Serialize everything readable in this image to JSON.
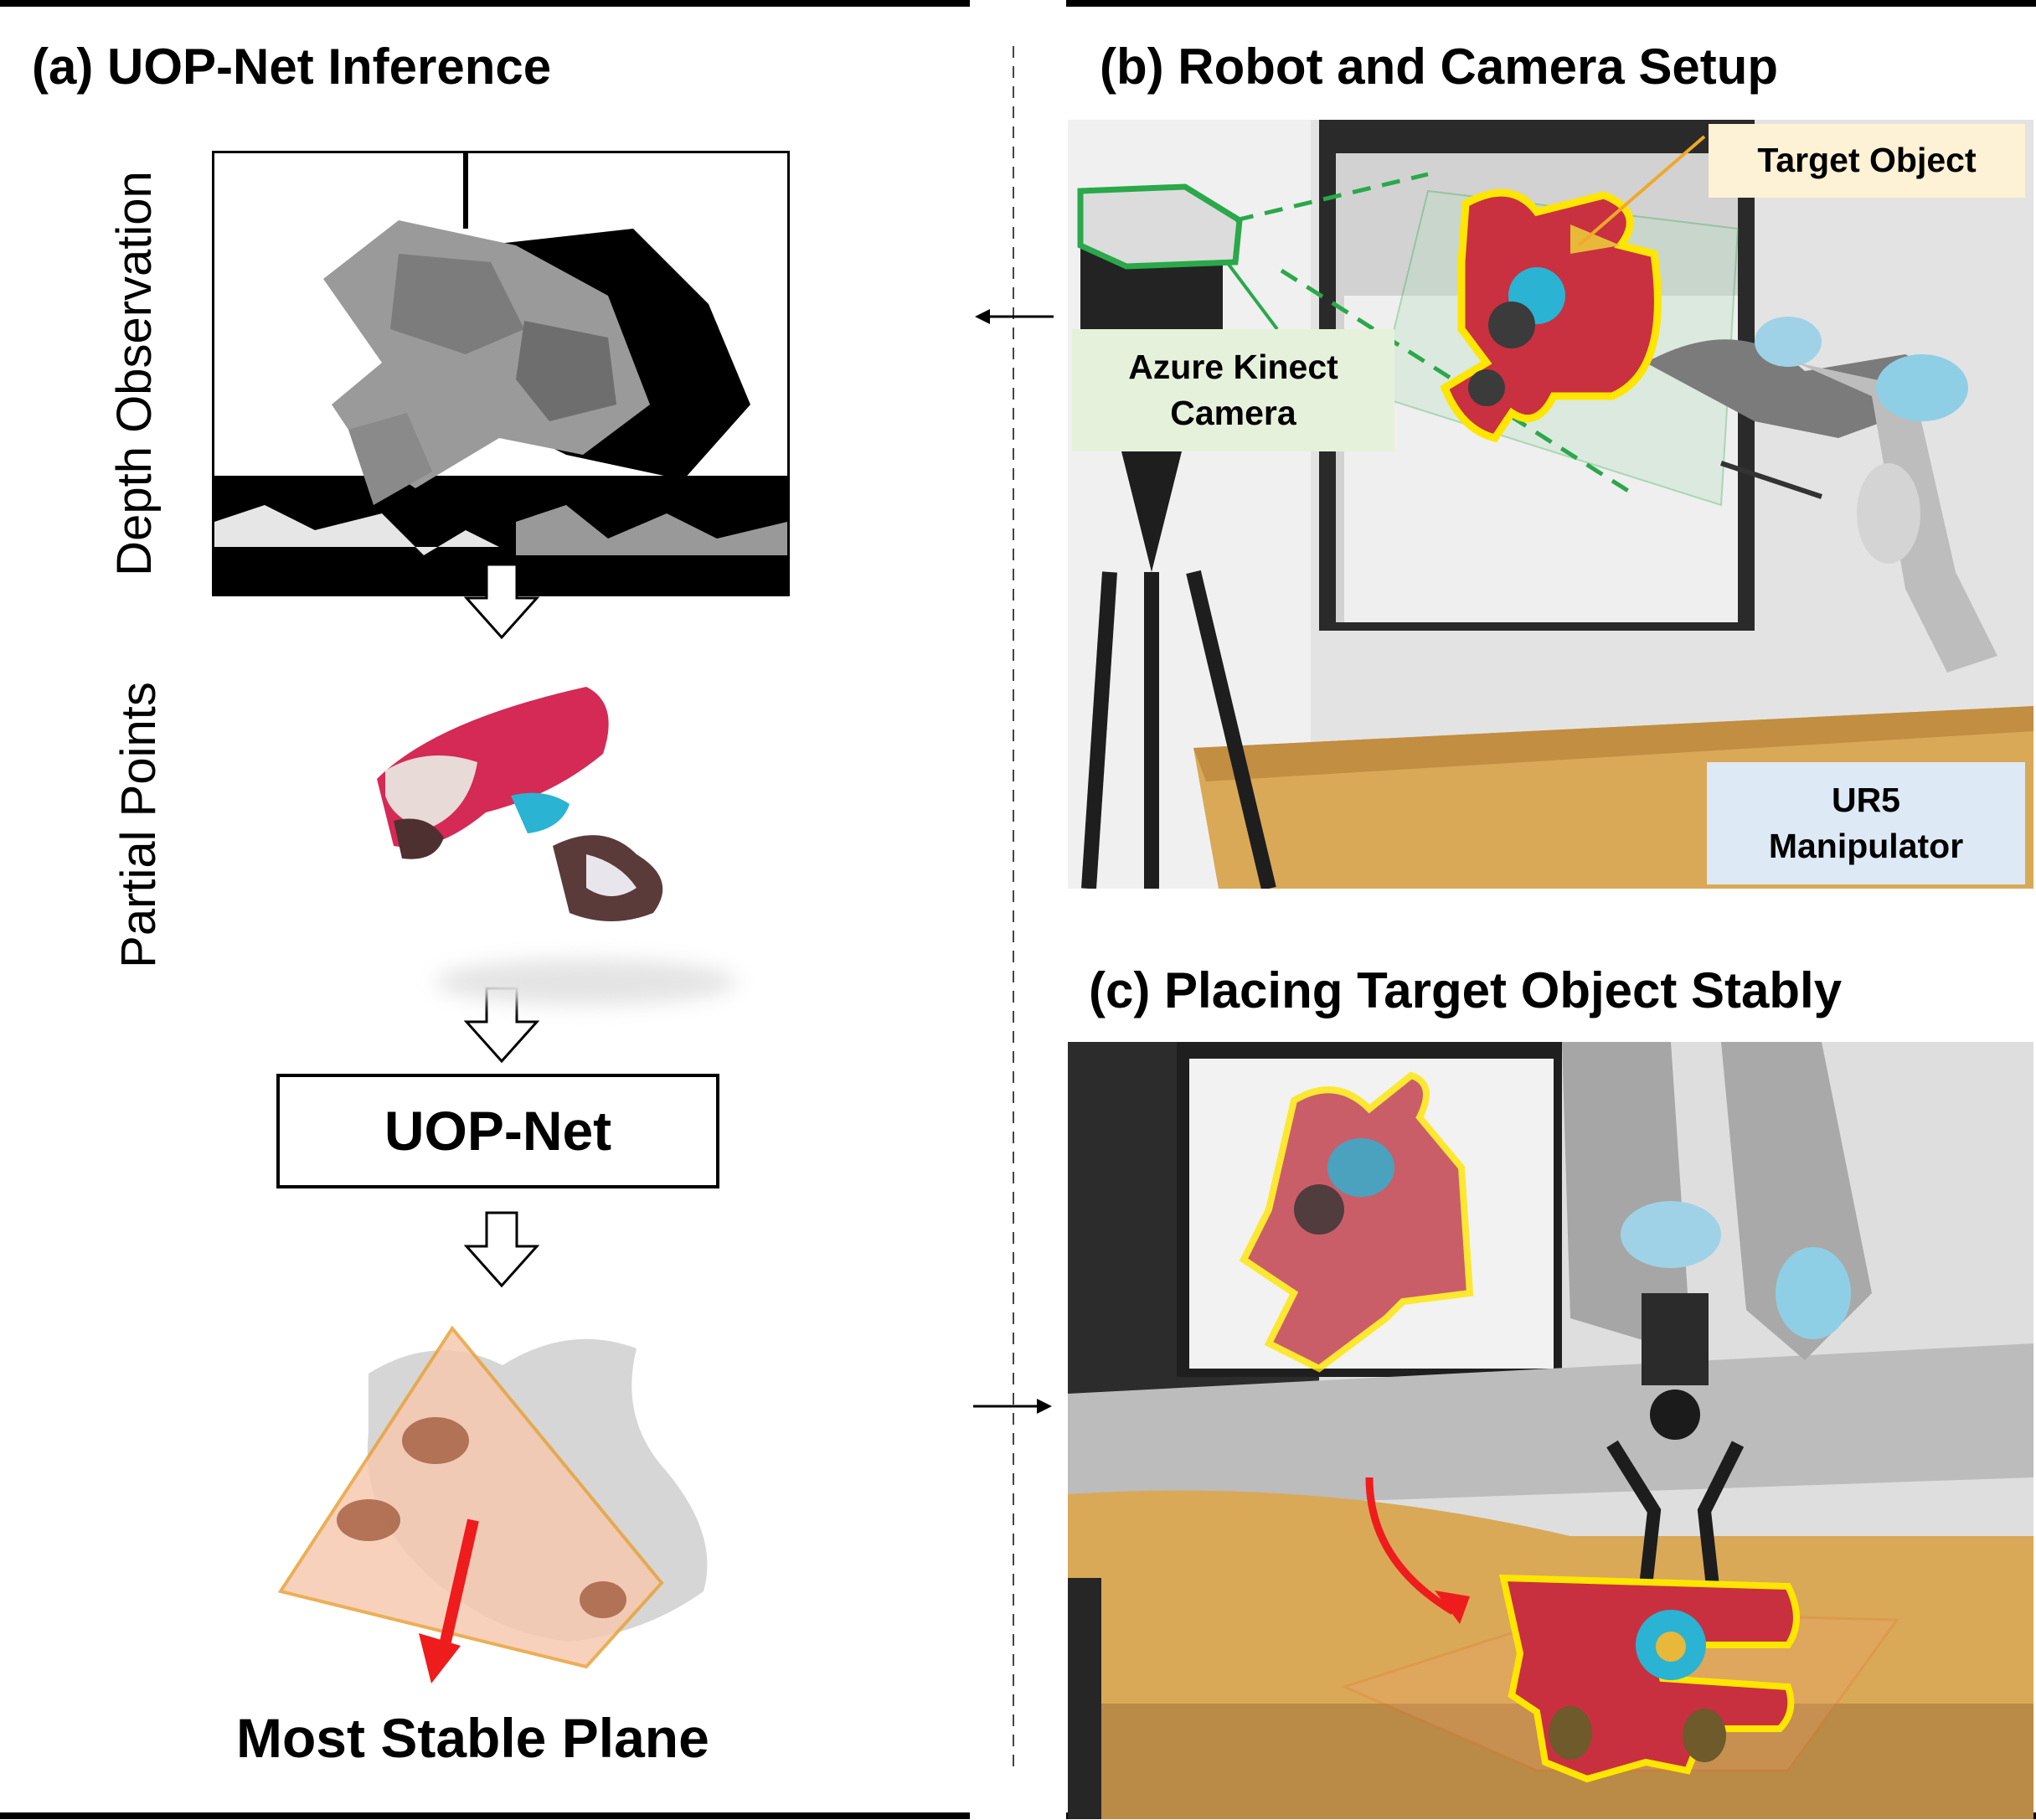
{
  "panel_a": {
    "title": "(a)  UOP-Net Inference",
    "label_depth": "Depth Observation",
    "label_partial": "Partial Points",
    "box_label": "UOP-Net",
    "result_label": "Most Stable Plane"
  },
  "panel_b": {
    "title": "(b)  Robot and Camera Setup",
    "label_target": "Target Object",
    "label_camera": "Azure Kinect\nCamera",
    "label_robot": "UR5\nManipulator"
  },
  "panel_c": {
    "title": "(c)  Placing Target Object Stably"
  },
  "colors": {
    "plane_fill": "#f6c9b0",
    "plane_stroke": "#e8a23a",
    "arrow_red": "#ee1c1c",
    "target_label_bg": "#fdf1d6",
    "camera_label_bg": "#e6f1dc",
    "robot_label_bg": "#dde9f5",
    "camera_outline": "#2aa84a",
    "object_outline": "#ffe600"
  }
}
